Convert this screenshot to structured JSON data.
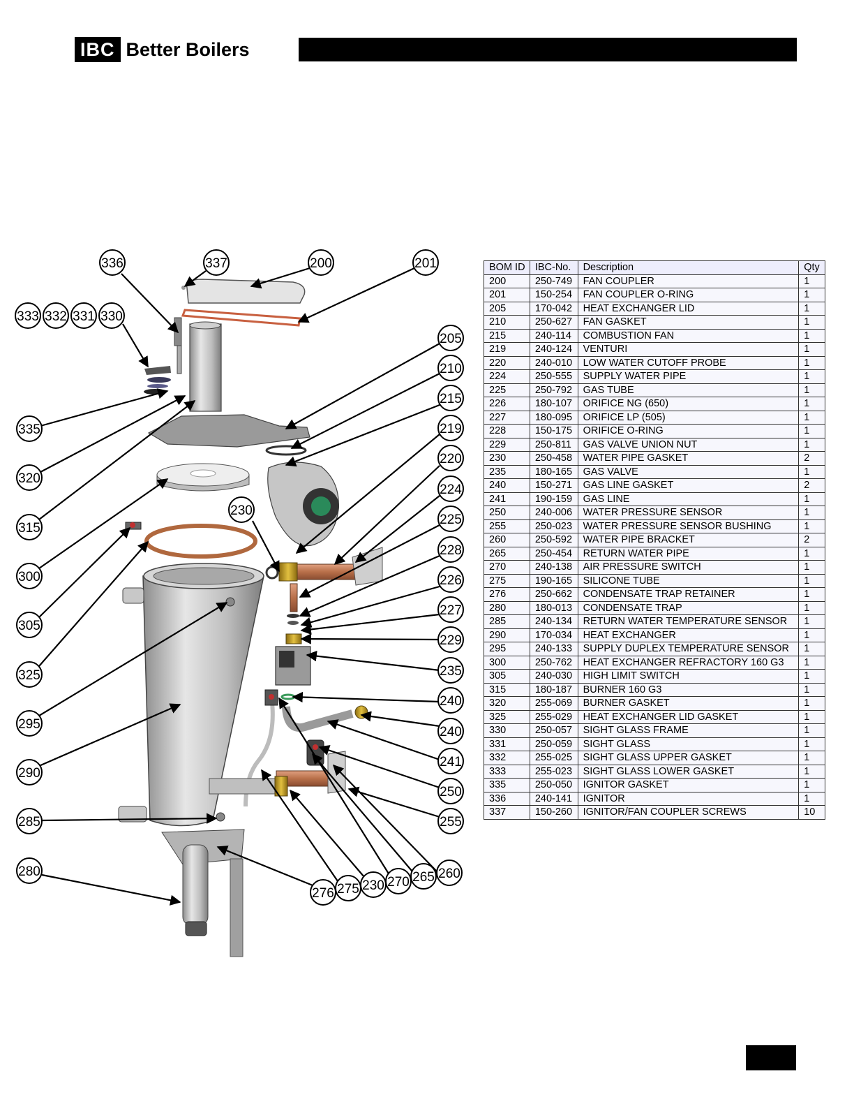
{
  "header": {
    "logo_mark": "IBC",
    "logo_text": "Better Boilers"
  },
  "diagram": {
    "callouts": [
      "336",
      "337",
      "200",
      "201",
      "333",
      "332",
      "331",
      "330",
      "205",
      "210",
      "215",
      "219",
      "220",
      "224",
      "225",
      "228",
      "226",
      "227",
      "229",
      "235",
      "240",
      "240",
      "241",
      "250",
      "255",
      "260",
      "265",
      "270",
      "230",
      "275",
      "276",
      "335",
      "320",
      "315",
      "300",
      "230",
      "305",
      "325",
      "295",
      "290",
      "285",
      "280"
    ]
  },
  "bom_table": {
    "headers": [
      "BOM ID",
      "IBC-No.",
      "Description",
      "Qty"
    ],
    "rows": [
      [
        "200",
        "250-749",
        "FAN COUPLER",
        "1"
      ],
      [
        "201",
        "150-254",
        "FAN COUPLER O-RING",
        "1"
      ],
      [
        "205",
        "170-042",
        "HEAT EXCHANGER LID",
        "1"
      ],
      [
        "210",
        "250-627",
        "FAN GASKET",
        "1"
      ],
      [
        "215",
        "240-114",
        "COMBUSTION FAN",
        "1"
      ],
      [
        "219",
        "240-124",
        "VENTURI",
        "1"
      ],
      [
        "220",
        "240-010",
        "LOW WATER CUTOFF PROBE",
        "1"
      ],
      [
        "224",
        "250-555",
        "SUPPLY WATER PIPE",
        "1"
      ],
      [
        "225",
        "250-792",
        "GAS TUBE",
        "1"
      ],
      [
        "226",
        "180-107",
        "ORIFICE NG (650)",
        "1"
      ],
      [
        "227",
        "180-095",
        "ORIFICE LP (505)",
        "1"
      ],
      [
        "228",
        "150-175",
        "ORIFICE O-RING",
        "1"
      ],
      [
        "229",
        "250-811",
        "GAS VALVE UNION NUT",
        "1"
      ],
      [
        "230",
        "250-458",
        "WATER PIPE GASKET",
        "2"
      ],
      [
        "235",
        "180-165",
        "GAS VALVE",
        "1"
      ],
      [
        "240",
        "150-271",
        "GAS LINE GASKET",
        "2"
      ],
      [
        "241",
        "190-159",
        "GAS LINE",
        "1"
      ],
      [
        "250",
        "240-006",
        "WATER PRESSURE SENSOR",
        "1"
      ],
      [
        "255",
        "250-023",
        "WATER PRESSURE SENSOR BUSHING",
        "1"
      ],
      [
        "260",
        "250-592",
        "WATER PIPE BRACKET",
        "2"
      ],
      [
        "265",
        "250-454",
        "RETURN WATER PIPE",
        "1"
      ],
      [
        "270",
        "240-138",
        "AIR PRESSURE SWITCH",
        "1"
      ],
      [
        "275",
        "190-165",
        "SILICONE TUBE",
        "1"
      ],
      [
        "276",
        "250-662",
        "CONDENSATE TRAP RETAINER",
        "1"
      ],
      [
        "280",
        "180-013",
        "CONDENSATE TRAP",
        "1"
      ],
      [
        "285",
        "240-134",
        "RETURN WATER TEMPERATURE SENSOR",
        "1"
      ],
      [
        "290",
        "170-034",
        "HEAT EXCHANGER",
        "1"
      ],
      [
        "295",
        "240-133",
        "SUPPLY DUPLEX TEMPERATURE SENSOR",
        "1"
      ],
      [
        "300",
        "250-762",
        "HEAT EXCHANGER REFRACTORY 160 G3",
        "1"
      ],
      [
        "305",
        "240-030",
        "HIGH LIMIT SWITCH",
        "1"
      ],
      [
        "315",
        "180-187",
        "BURNER 160 G3",
        "1"
      ],
      [
        "320",
        "255-069",
        "BURNER GASKET",
        "1"
      ],
      [
        "325",
        "255-029",
        "HEAT EXCHANGER LID GASKET",
        "1"
      ],
      [
        "330",
        "250-057",
        "SIGHT GLASS FRAME",
        "1"
      ],
      [
        "331",
        "250-059",
        "SIGHT GLASS",
        "1"
      ],
      [
        "332",
        "255-025",
        "SIGHT GLASS UPPER GASKET",
        "1"
      ],
      [
        "333",
        "255-023",
        "SIGHT GLASS LOWER GASKET",
        "1"
      ],
      [
        "335",
        "250-050",
        "IGNITOR GASKET",
        "1"
      ],
      [
        "336",
        "240-141",
        "IGNITOR",
        "1"
      ],
      [
        "337",
        "150-260",
        "IGNITOR/FAN COUPLER SCREWS",
        "10"
      ]
    ]
  }
}
